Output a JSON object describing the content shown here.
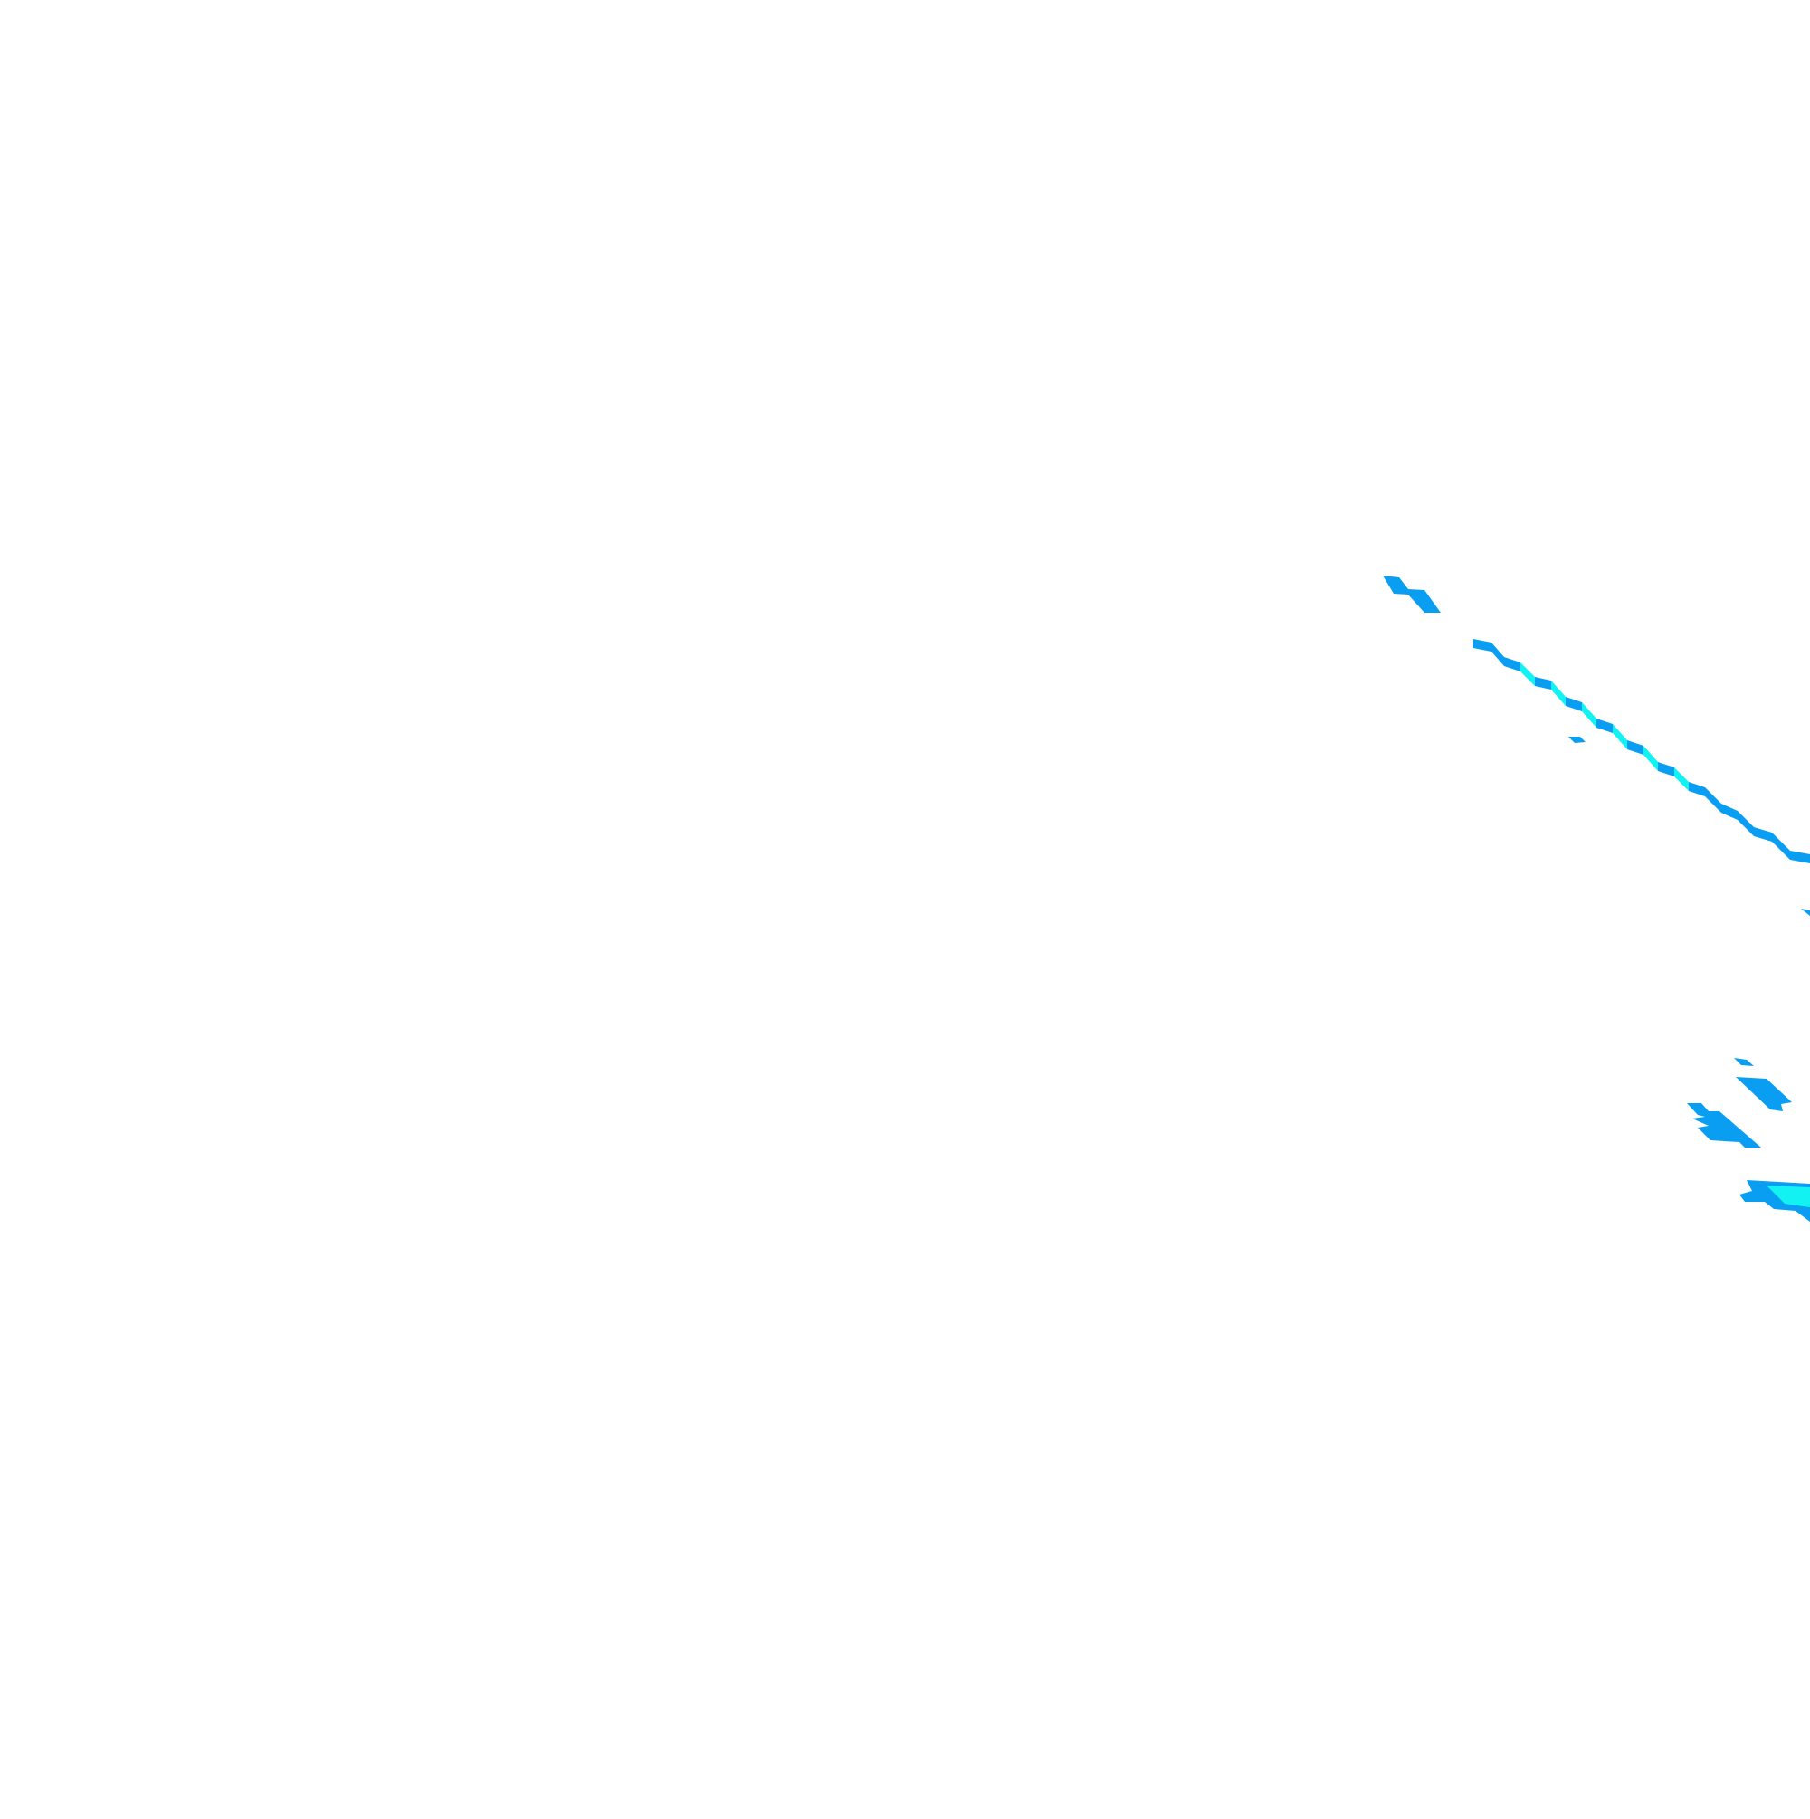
{
  "scene": {
    "background": "#ffffff",
    "colors": {
      "primary": "#0a9ef2",
      "highlight": "#12f2f2"
    },
    "main_strip_highlights": [
      3,
      5,
      7,
      9,
      11,
      13
    ]
  }
}
